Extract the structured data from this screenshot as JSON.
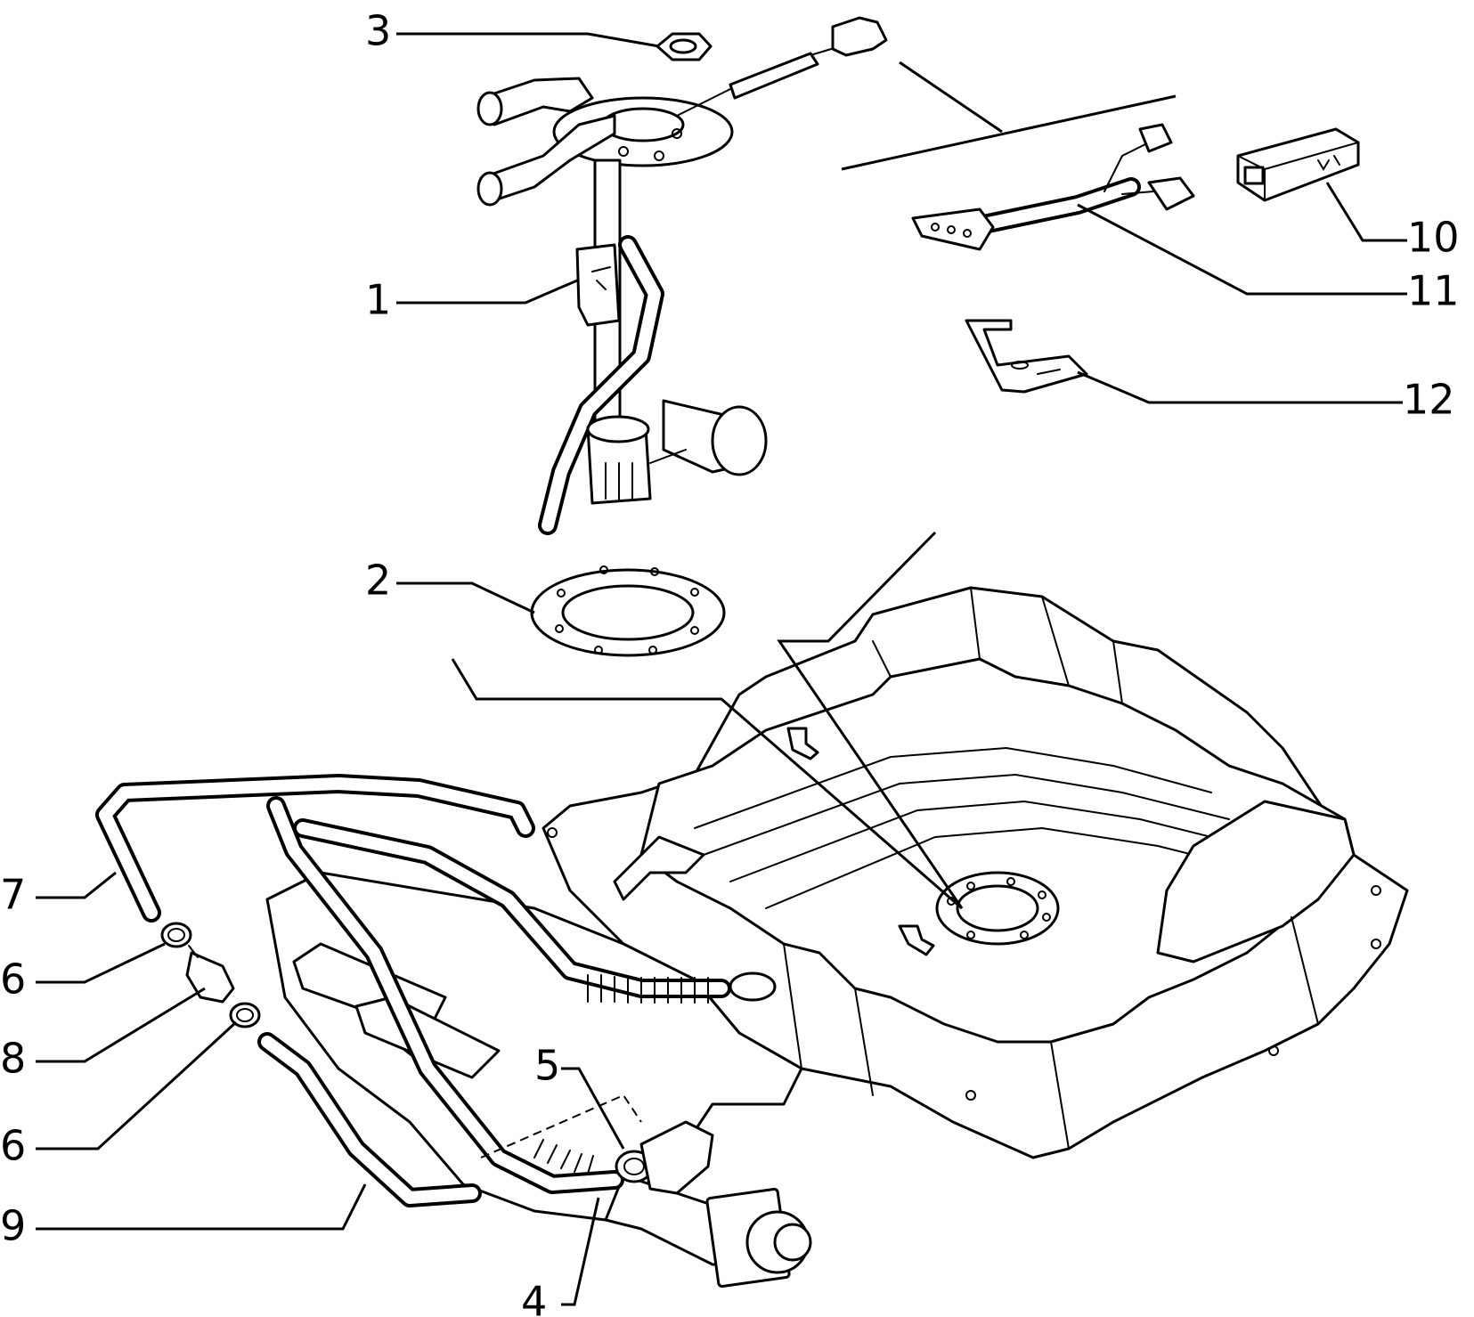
{
  "callouts": [
    {
      "id": "p1",
      "label": "1"
    },
    {
      "id": "p2",
      "label": "2"
    },
    {
      "id": "p3",
      "label": "3"
    },
    {
      "id": "p4",
      "label": "4"
    },
    {
      "id": "p5",
      "label": "5"
    },
    {
      "id": "p6a",
      "label": "6"
    },
    {
      "id": "p6b",
      "label": "6"
    },
    {
      "id": "p7",
      "label": "7"
    },
    {
      "id": "p8",
      "label": "8"
    },
    {
      "id": "p9",
      "label": "9"
    },
    {
      "id": "p10",
      "label": "10"
    },
    {
      "id": "p11",
      "label": "11"
    },
    {
      "id": "p12",
      "label": "12"
    }
  ]
}
